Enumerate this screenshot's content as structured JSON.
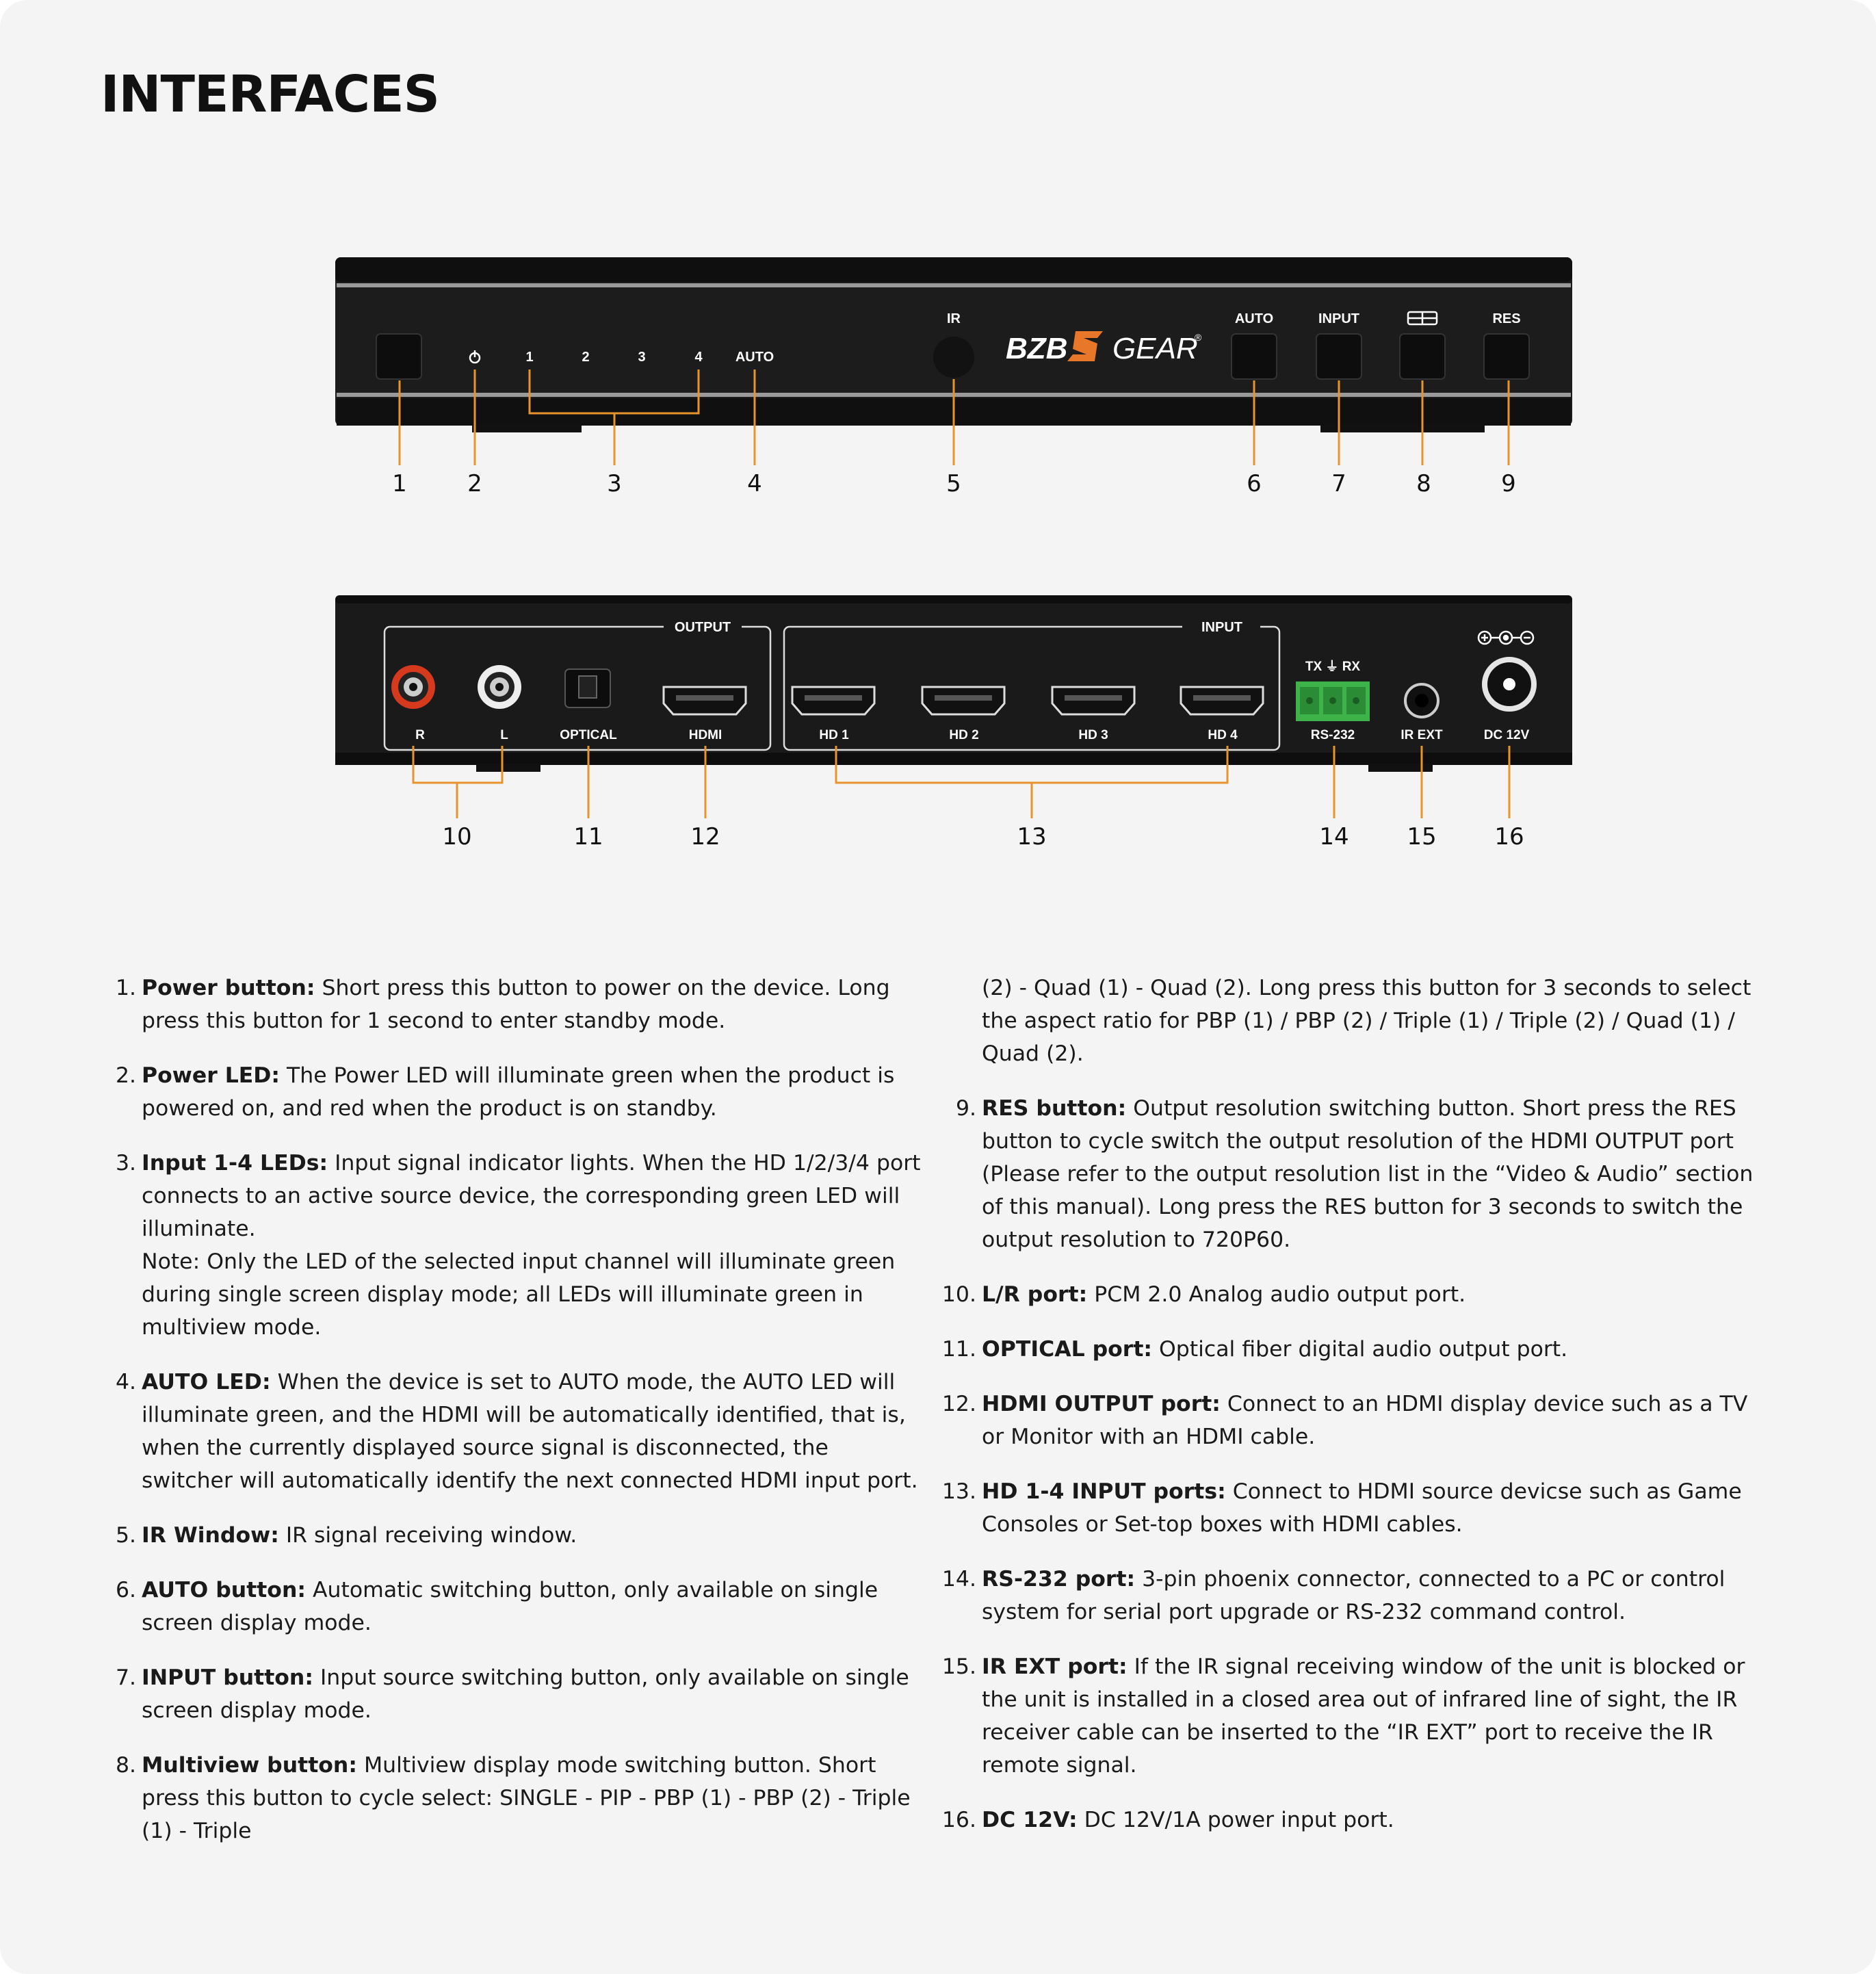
{
  "title": "INTERFACES",
  "front_panel": {
    "led_labels": [
      "1",
      "2",
      "3",
      "4"
    ],
    "auto_label": "AUTO",
    "ir_label": "IR",
    "brand": "BZB",
    "brand_gear": "GEAR",
    "brand_reg": "®",
    "button_labels": [
      "AUTO",
      "INPUT",
      "RES"
    ],
    "callouts": [
      "1",
      "2",
      "3",
      "4",
      "5",
      "6",
      "7",
      "8",
      "9"
    ]
  },
  "rear_panel": {
    "output_group": "OUTPUT",
    "input_group": "INPUT",
    "port_labels": {
      "r": "R",
      "l": "L",
      "optical": "OPTICAL",
      "hdmi": "HDMI",
      "hd1": "HD 1",
      "hd2": "HD 2",
      "hd3": "HD 3",
      "hd4": "HD 4",
      "rs232_top": "TX ⏚ RX",
      "rs232": "RS-232",
      "irext": "IR EXT",
      "dc": "DC 12V"
    },
    "callouts": [
      "10",
      "11",
      "12",
      "13",
      "14",
      "15",
      "16"
    ]
  },
  "list_left": [
    {
      "num": "1.",
      "term": "Power button:",
      "text": " Short press this button to power on the device. Long press this button for 1 second to enter standby mode."
    },
    {
      "num": "2.",
      "term": "Power LED:",
      "text": " The Power LED will illuminate green when the product is powered on, and red when the product is on standby."
    },
    {
      "num": "3.",
      "term": "Input 1-4 LEDs:",
      "text": " Input signal indicator lights. When the HD 1/2/3/4 port connects to an active source device, the corresponding green LED will illuminate.",
      "note": "Note: Only the LED of the selected input channel will illuminate green during single screen display mode; all LEDs will illuminate green in multiview mode."
    },
    {
      "num": "4.",
      "term": "AUTO LED:",
      "text": " When the device is set to AUTO mode, the AUTO LED will illuminate green, and the HDMI will be automatically identified, that is, when the currently displayed source signal is disconnected, the switcher will automatically identify the next connected HDMI input port."
    },
    {
      "num": "5.",
      "term": "IR Window:",
      "text": " IR signal receiving window."
    },
    {
      "num": "6.",
      "term": "AUTO button:",
      "text": " Automatic switching button, only available on single screen display mode."
    },
    {
      "num": "7.",
      "term": "INPUT button:",
      "text": " Input source switching button, only available on single screen display mode."
    },
    {
      "num": "8.",
      "term": "Multiview button:",
      "text": " Multiview display mode switching button. Short press this button to cycle select: SINGLE - PIP - PBP (1) - PBP (2) - Triple (1) - Triple"
    }
  ],
  "list_right_cont": "(2) - Quad (1) - Quad (2). Long press this button for 3 seconds to select the aspect ratio for PBP (1) / PBP (2) / Triple (1) / Triple (2) / Quad (1) / Quad (2).",
  "list_right": [
    {
      "num": "9.",
      "term": "RES button:",
      "text": " Output resolution switching button. Short press the RES button to cycle switch the output resolution of the HDMI OUTPUT port (Please refer to the output resolution list in the “Video & Audio” section of this manual). Long press the RES button for 3 seconds to switch the output resolution to 720P60."
    },
    {
      "num": "10.",
      "term": "L/R port:",
      "text": " PCM 2.0 Analog audio output port."
    },
    {
      "num": "11.",
      "term": "OPTICAL port:",
      "text": " Optical fiber digital audio output port."
    },
    {
      "num": "12.",
      "term": "HDMI OUTPUT port:",
      "text": " Connect to an HDMI display device such as a TV or Monitor with an HDMI cable."
    },
    {
      "num": "13.",
      "term": "HD 1-4 INPUT ports:",
      "text": " Connect to HDMI source devicse such as Game Consoles or Set-top boxes with HDMI cables."
    },
    {
      "num": "14.",
      "term": "RS-232 port:",
      "text": " 3-pin phoenix connector, connected to a PC or control system for serial port upgrade or RS-232 command control."
    },
    {
      "num": "15.",
      "term": "IR EXT port:",
      "text": " If the IR signal receiving window of the unit is blocked or the unit is installed in a closed area out of infrared line of sight, the IR receiver cable can be inserted to the “IR EXT” port to receive the IR remote signal."
    },
    {
      "num": "16.",
      "term": "DC 12V:",
      "text": " DC 12V/1A power input port."
    }
  ]
}
